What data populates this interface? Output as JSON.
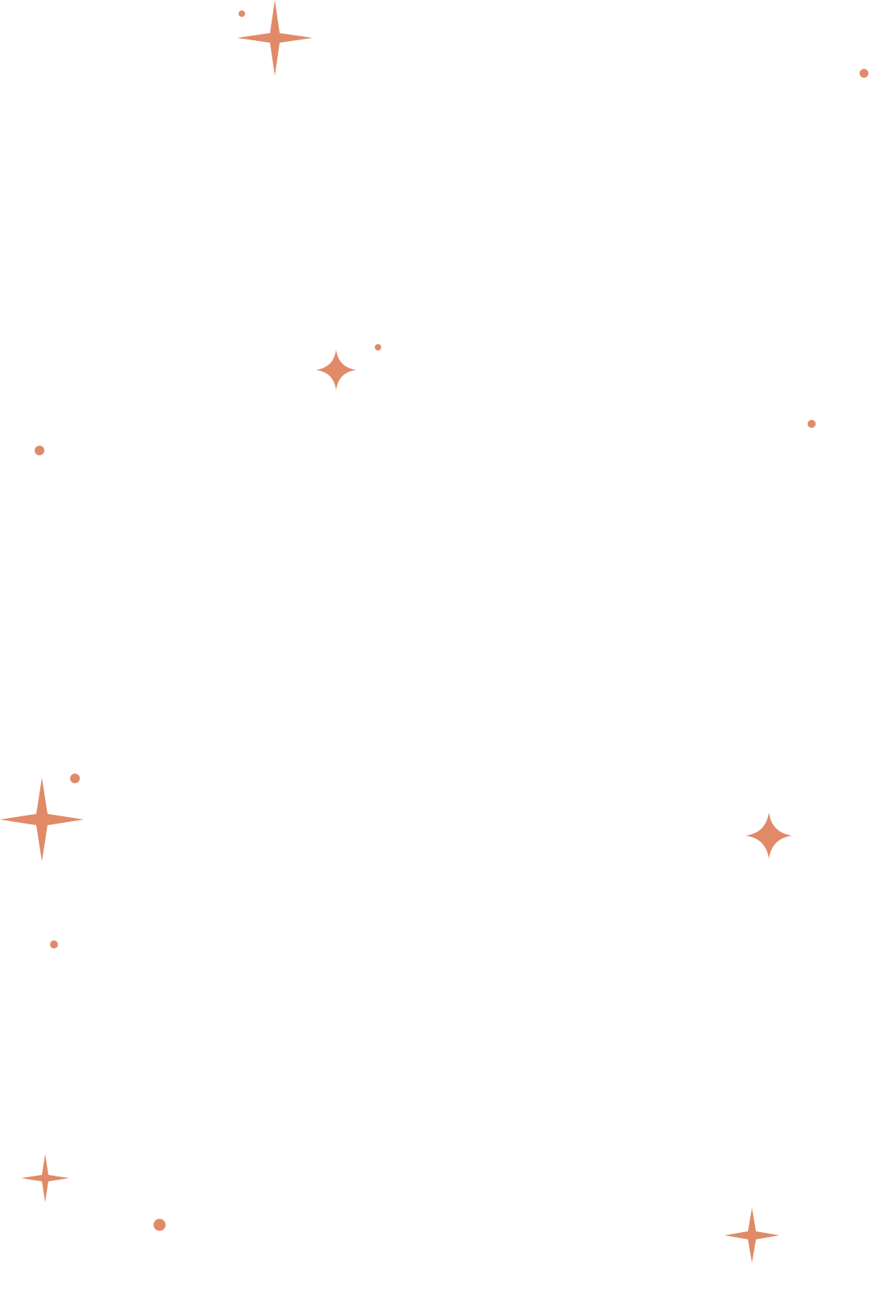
{
  "decoration": {
    "accent_color": "#E08A68",
    "background_color": "#FFFFFF",
    "shapes": [
      "four-point-star",
      "curved-sparkle",
      "dot"
    ]
  }
}
